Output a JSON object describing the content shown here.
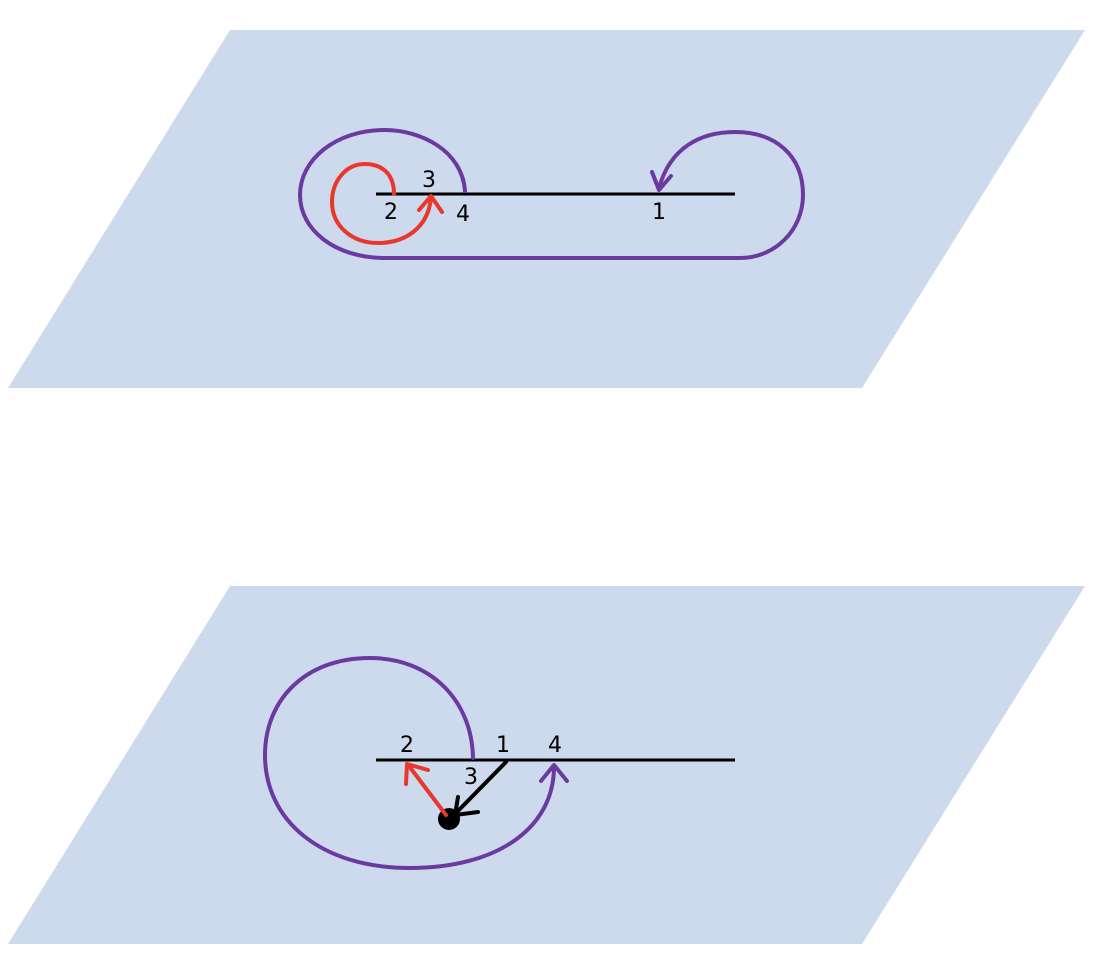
{
  "colors": {
    "plane_fill": "#cdd9ed",
    "plane_edge": "#d6e0f0",
    "purple_curve": "#6a3aa0",
    "red_curve": "#e8372b",
    "axis_line": "#000000",
    "label_text": "#000000"
  },
  "top_panel": {
    "labels": {
      "one": "1",
      "two": "2",
      "three": "3",
      "four": "4"
    }
  },
  "bottom_panel": {
    "labels": {
      "one": "1",
      "two": "2",
      "three": "3",
      "four": "4"
    }
  }
}
